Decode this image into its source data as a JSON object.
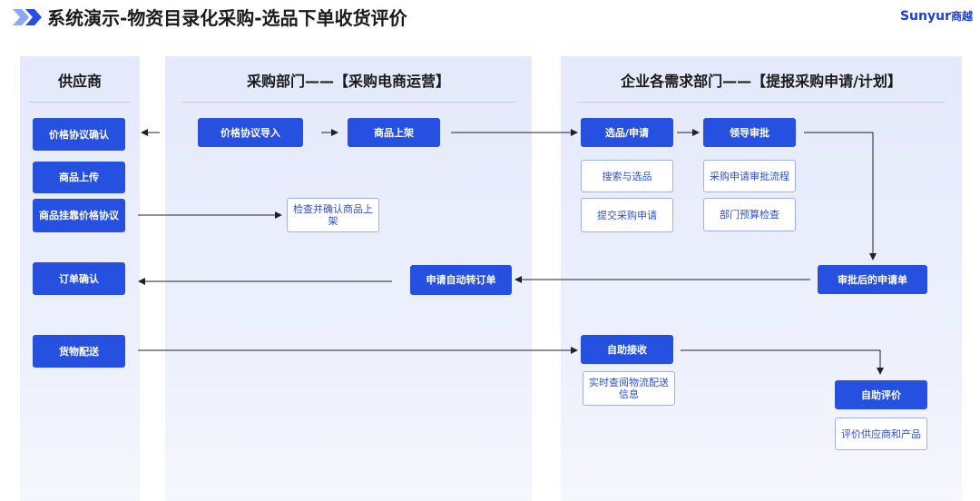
{
  "header": {
    "title": "系统演示-物资目录化采购-选品下单收货评价",
    "brand_main": "Sunyur",
    "brand_sub": "商越"
  },
  "colors": {
    "accent": "#2550e0",
    "lane_bg": "#e7ebfb",
    "note_text": "#2f4fd1"
  },
  "lanes": {
    "supplier": "供应商",
    "purchasing": "采购部门——【采购电商运营】",
    "demand": "企业各需求部门——【提报采购申请/计划】"
  },
  "nodes": {
    "price_confirm": "价格协议确认",
    "product_upload": "商品上传",
    "attach_price": "商品挂靠价格协议",
    "order_confirm": "订单确认",
    "delivery": "货物配送",
    "price_import": "价格协议导入",
    "listing": "商品上架",
    "check_listing": "检查并确认商品上架",
    "auto_order": "申请自动转订单",
    "select_apply": "选品/申请",
    "search_select": "搜索与选品",
    "submit_apply": "提交采购申请",
    "leader_approve": "领导审批",
    "approve_flow": "采购申请审批流程",
    "budget_check": "部门预算检查",
    "approved_order": "审批后的申请单",
    "self_receive": "自助接收",
    "logistics": "实时查阅物流配送信息",
    "self_eval": "自助评价",
    "eval_text": "评价供应商和产品"
  }
}
